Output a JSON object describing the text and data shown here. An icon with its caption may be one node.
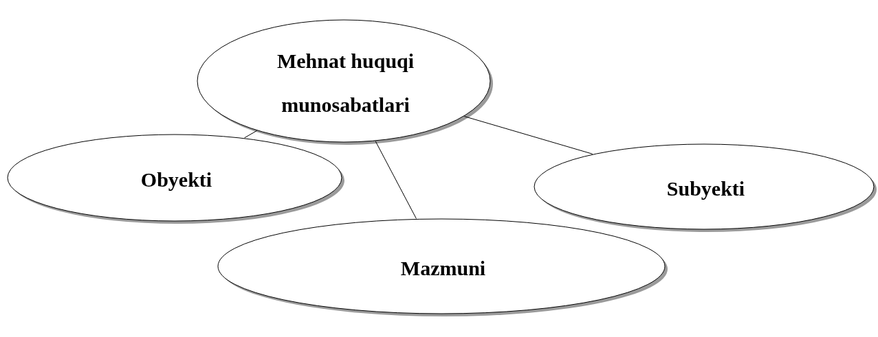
{
  "diagram": {
    "nodes": [
      {
        "text": [
          "Mehnat huquqi munosabatlari"
        ]
      },
      {
        "text": [
          "Obyekti"
        ]
      },
      {
        "text": [
          "Subyekti"
        ]
      },
      {
        "text": [
          "Mazmuni"
        ]
      }
    ],
    "edges": [
      {
        "from": 0,
        "to": 1,
        "arrow": "none"
      },
      {
        "from": 0,
        "to": 3,
        "arrow": "none"
      },
      {
        "from": 0,
        "to": 2,
        "arrow": "none"
      }
    ]
  }
}
